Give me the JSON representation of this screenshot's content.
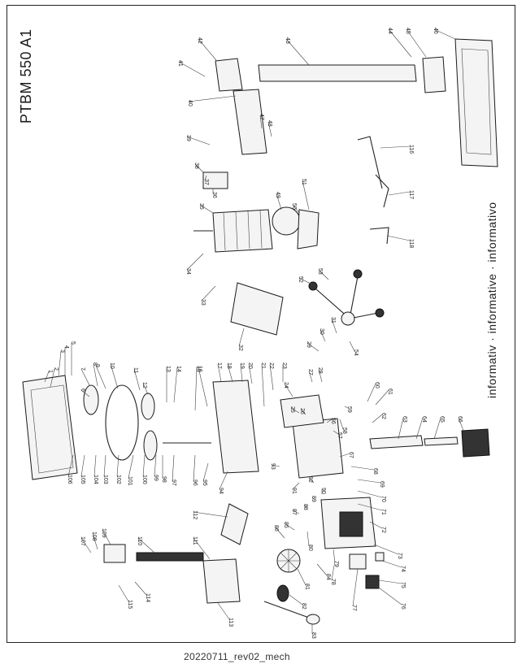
{
  "document": {
    "model_title": "PTBM 550 A1",
    "watermark": "informativ · informative · informativo",
    "footer_code": "20220711_rev02_mech"
  },
  "part_labels": [
    "1",
    "2",
    "3",
    "4",
    "5",
    "6",
    "7",
    "8",
    "9",
    "10",
    "11",
    "12",
    "13",
    "14",
    "15",
    "16",
    "17",
    "18",
    "19",
    "20",
    "21",
    "22",
    "23",
    "24",
    "25",
    "26",
    "27",
    "28",
    "29",
    "30",
    "31",
    "32",
    "33",
    "34",
    "35",
    "36",
    "37",
    "38",
    "39",
    "40",
    "41",
    "42",
    "43",
    "44",
    "45",
    "46",
    "47",
    "48",
    "49",
    "50",
    "51",
    "52",
    "53",
    "54",
    "56",
    "57",
    "58",
    "59",
    "60",
    "61",
    "62",
    "63",
    "64",
    "65",
    "66",
    "67",
    "68",
    "69",
    "70",
    "71",
    "72",
    "73",
    "74",
    "75",
    "76",
    "77",
    "78",
    "79",
    "80",
    "81",
    "82",
    "83",
    "84",
    "85",
    "86",
    "87",
    "88",
    "89",
    "90",
    "91",
    "92",
    "93",
    "94",
    "95",
    "96",
    "97",
    "98",
    "99",
    "100",
    "101",
    "102",
    "103",
    "104",
    "105",
    "106",
    "107",
    "108",
    "109",
    "110",
    "111",
    "112",
    "113",
    "114",
    "115",
    "116",
    "117",
    "118"
  ]
}
